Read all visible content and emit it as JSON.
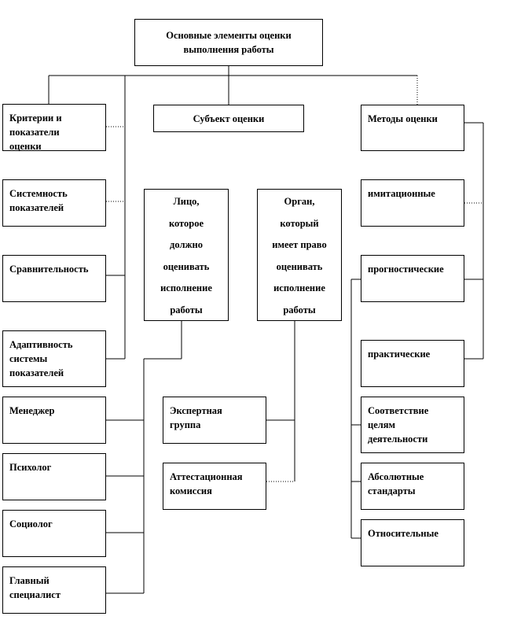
{
  "nodes": {
    "root": "Основные элементы оценки\nвыполнения работы",
    "criteria": "Критерии и\nпоказатели\nоценки",
    "subject": "Субъект оценки",
    "methods": "Методы оценки",
    "systematic": "Системность\nпоказателей",
    "comparative": "Сравнительность",
    "adaptive": "Адаптивность\nсистемы\nпоказателей",
    "person": "Лицо,\nкоторое\nдолжно\nоценивать\nисполнение\nработы",
    "body": "Орган,\nкоторый\nимеет право\nоценивать\nисполнение\nработы",
    "imitation": "имитационные",
    "prognostic": "прогностические",
    "practical": "практические",
    "manager": "Менеджер",
    "psychologist": "Психолог",
    "sociologist": "Социолог",
    "chief": "Главный\nспециалист",
    "expert_group": "Экспертная\nгруппа",
    "attestation": "Аттестационная\nкомиссия",
    "goals": "Соответствие\nцелям\nдеятельности",
    "absolute": "Абсолютные\nстандарты",
    "relative": "Относительные"
  },
  "colors": {
    "line": "#000000",
    "box_border": "#000000",
    "background": "#ffffff"
  }
}
